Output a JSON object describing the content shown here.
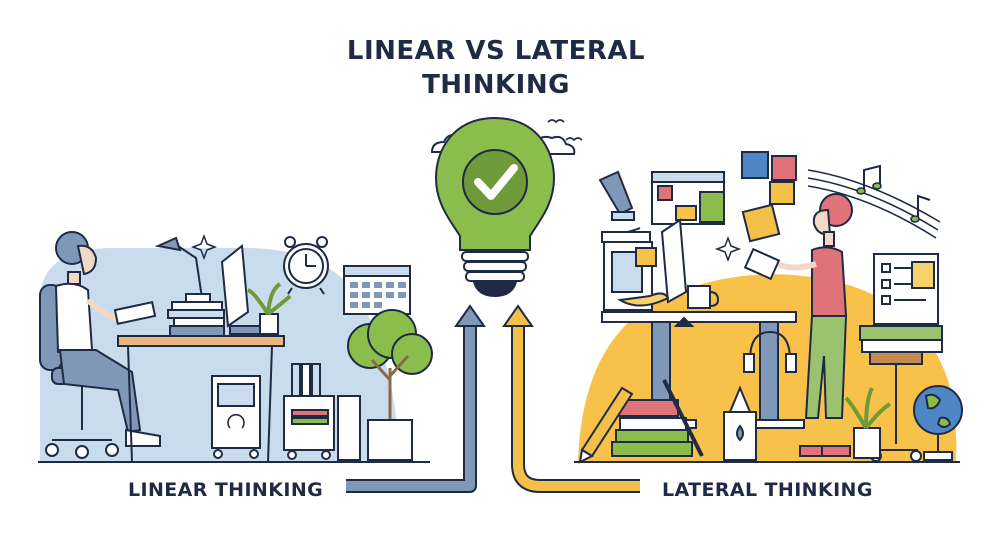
{
  "title": {
    "line1": "LINEAR VS LATERAL",
    "line2": "THINKING"
  },
  "labels": {
    "linear": "LINEAR THINKING",
    "lateral": "LATERAL THINKING"
  },
  "colors": {
    "ink": "#1f2a44",
    "linear_bg": "#c9dced",
    "lateral_bg": "#f7c14a",
    "bulb_green": "#8bbd4d",
    "arrow_blue": "#7f98b8",
    "arrow_yellow": "#f3c04a",
    "shirt_red": "#e0727a",
    "pants_green": "#9bc26e"
  },
  "icons": [
    "lightbulb-checkmark-icon",
    "cloud-icon",
    "bird-icon",
    "clock-icon",
    "calendar-icon",
    "desk-lamp-icon",
    "monitor-icon",
    "potted-plant-icon",
    "tree-icon",
    "recycle-icon",
    "microscope-icon",
    "puzzle-icon",
    "music-note-icon",
    "headphones-icon",
    "globe-icon",
    "checklist-icon",
    "glue-bottle-icon",
    "pencil-icon"
  ]
}
